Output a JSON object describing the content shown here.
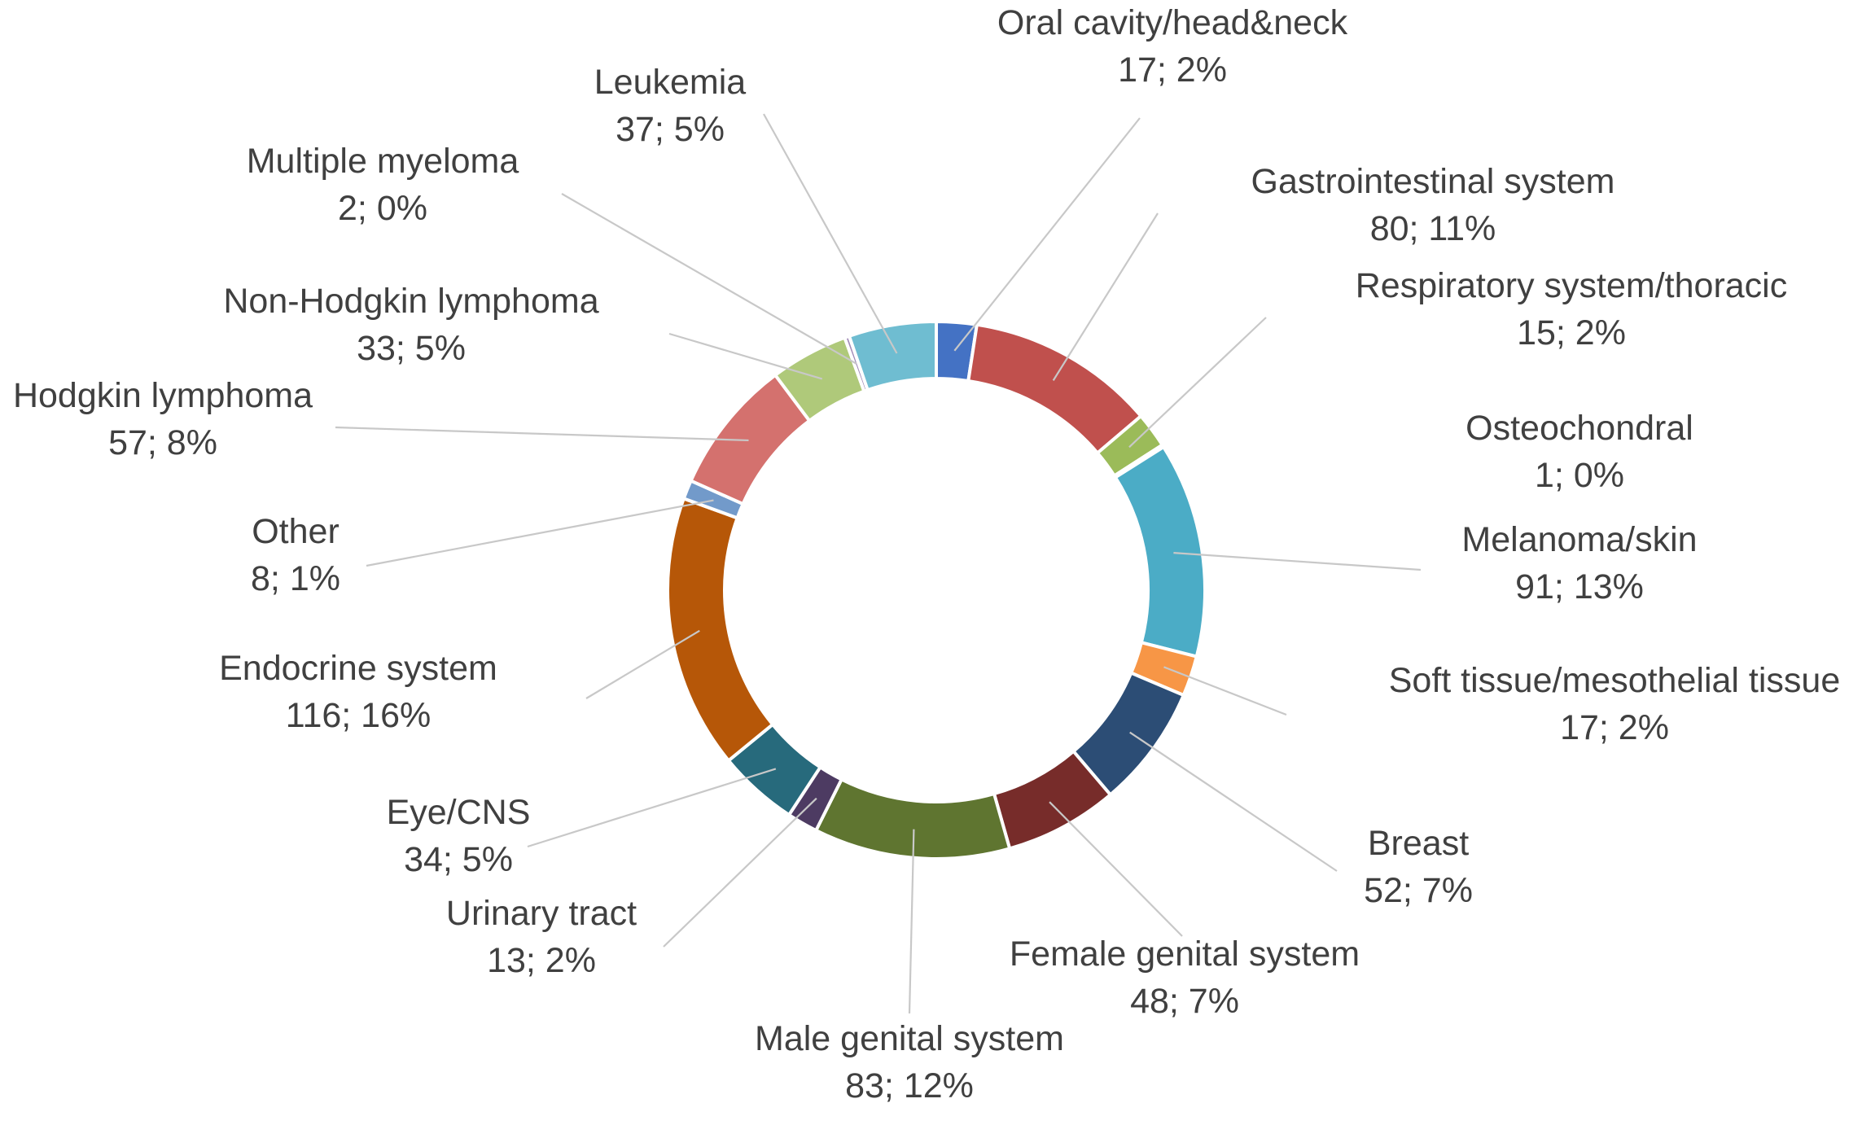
{
  "chart_data": {
    "type": "pie",
    "variant": "donut",
    "title": "",
    "legend": "none",
    "slices": [
      {
        "label": "Oral cavity/head&neck",
        "value": 17,
        "percent": "2%",
        "color": "#4472c4"
      },
      {
        "label": "Gastrointestinal system",
        "value": 80,
        "percent": "11%",
        "color": "#c0504d"
      },
      {
        "label": "Respiratory system/thoracic",
        "value": 15,
        "percent": "2%",
        "color": "#9bbb59"
      },
      {
        "label": "Osteochondral",
        "value": 1,
        "percent": "0%",
        "color": "#8064a2"
      },
      {
        "label": "Melanoma/skin",
        "value": 91,
        "percent": "13%",
        "color": "#4bacc6"
      },
      {
        "label": "Soft tissue/mesothelial tissue",
        "value": 17,
        "percent": "2%",
        "color": "#f79646"
      },
      {
        "label": "Breast",
        "value": 52,
        "percent": "7%",
        "color": "#2c4d75"
      },
      {
        "label": "Female genital system",
        "value": 48,
        "percent": "7%",
        "color": "#772c2a"
      },
      {
        "label": "Male genital system",
        "value": 83,
        "percent": "12%",
        "color": "#5f7530"
      },
      {
        "label": "Urinary tract",
        "value": 13,
        "percent": "2%",
        "color": "#4d3b62"
      },
      {
        "label": "Eye/CNS",
        "value": 34,
        "percent": "5%",
        "color": "#276a7c"
      },
      {
        "label": "Endocrine system",
        "value": 116,
        "percent": "16%",
        "color": "#b65708"
      },
      {
        "label": "Other",
        "value": 8,
        "percent": "1%",
        "color": "#729aca"
      },
      {
        "label": "Hodgkin lymphoma",
        "value": 57,
        "percent": "8%",
        "color": "#d4716e"
      },
      {
        "label": "Non-Hodgkin lymphoma",
        "value": 33,
        "percent": "5%",
        "color": "#afc97a"
      },
      {
        "label": "Multiple myeloma",
        "value": 2,
        "percent": "0%",
        "color": "#a28cb8"
      },
      {
        "label": "Leukemia",
        "value": 37,
        "percent": "5%",
        "color": "#6fbdd1"
      }
    ]
  }
}
